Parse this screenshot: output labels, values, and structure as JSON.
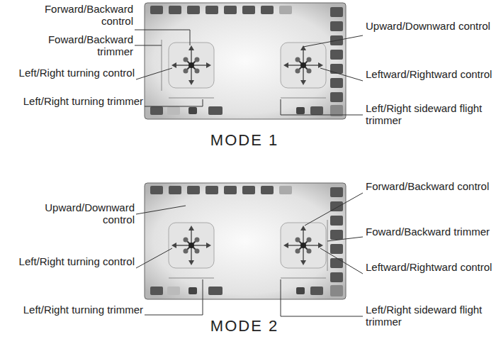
{
  "diagram": {
    "labels": [
      "Forward/Backward control",
      "Foward/Backward trimmer",
      "Left/Right turning control",
      "Left/Right turning trimmer",
      "Upward/Downward control",
      "Leftward/Rightward control",
      "Left/Right sideward flight trimmer",
      "MODE 1",
      "Upward/Downward control",
      "Left/Right turning control",
      "Left/Right turning trimmer",
      "Forward/Backward control",
      "Foward/Backward trimmer",
      "Leftward/Rightward control",
      "Left/Right sideward flight trimmer",
      "MODE 2"
    ]
  }
}
